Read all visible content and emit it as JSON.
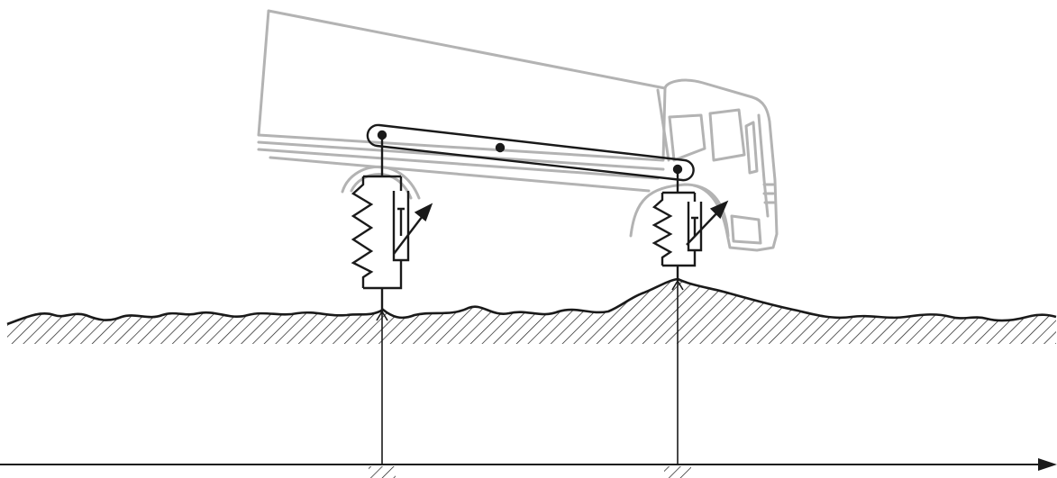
{
  "diagram": {
    "caption": "",
    "colors": {
      "ink": "#1a1a1a",
      "truck_outline": "#b3b3b3",
      "background": "#ffffff"
    },
    "elements": [
      "truck-silhouette",
      "rigid-beam",
      "rear-suspension",
      "front-suspension",
      "road-profile",
      "horizontal-axis"
    ]
  }
}
